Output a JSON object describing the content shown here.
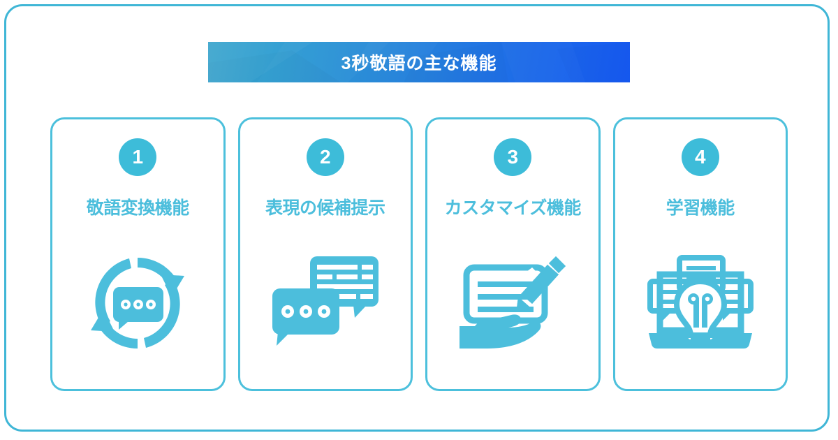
{
  "header": {
    "title": "3秒敬語の主な機能",
    "gradient_from": "#43a8cf",
    "gradient_to": "#1659f2",
    "text_color": "#ffffff"
  },
  "theme": {
    "accent": "#4cbedc",
    "badge_color": "#3dbcd9",
    "frame_border": "#3fb6d6",
    "background": "#ffffff"
  },
  "cards": [
    {
      "number": "1",
      "title": "敬語変換機能",
      "icon": "refresh-cycle-chat-bubble-icon"
    },
    {
      "number": "2",
      "title": "表現の候補提示",
      "icon": "two-chat-bubbles-icon"
    },
    {
      "number": "3",
      "title": "カスタマイズ機能",
      "icon": "hand-document-pencil-icon"
    },
    {
      "number": "4",
      "title": "学習機能",
      "icon": "laptop-lightbulb-ideas-icon"
    }
  ]
}
